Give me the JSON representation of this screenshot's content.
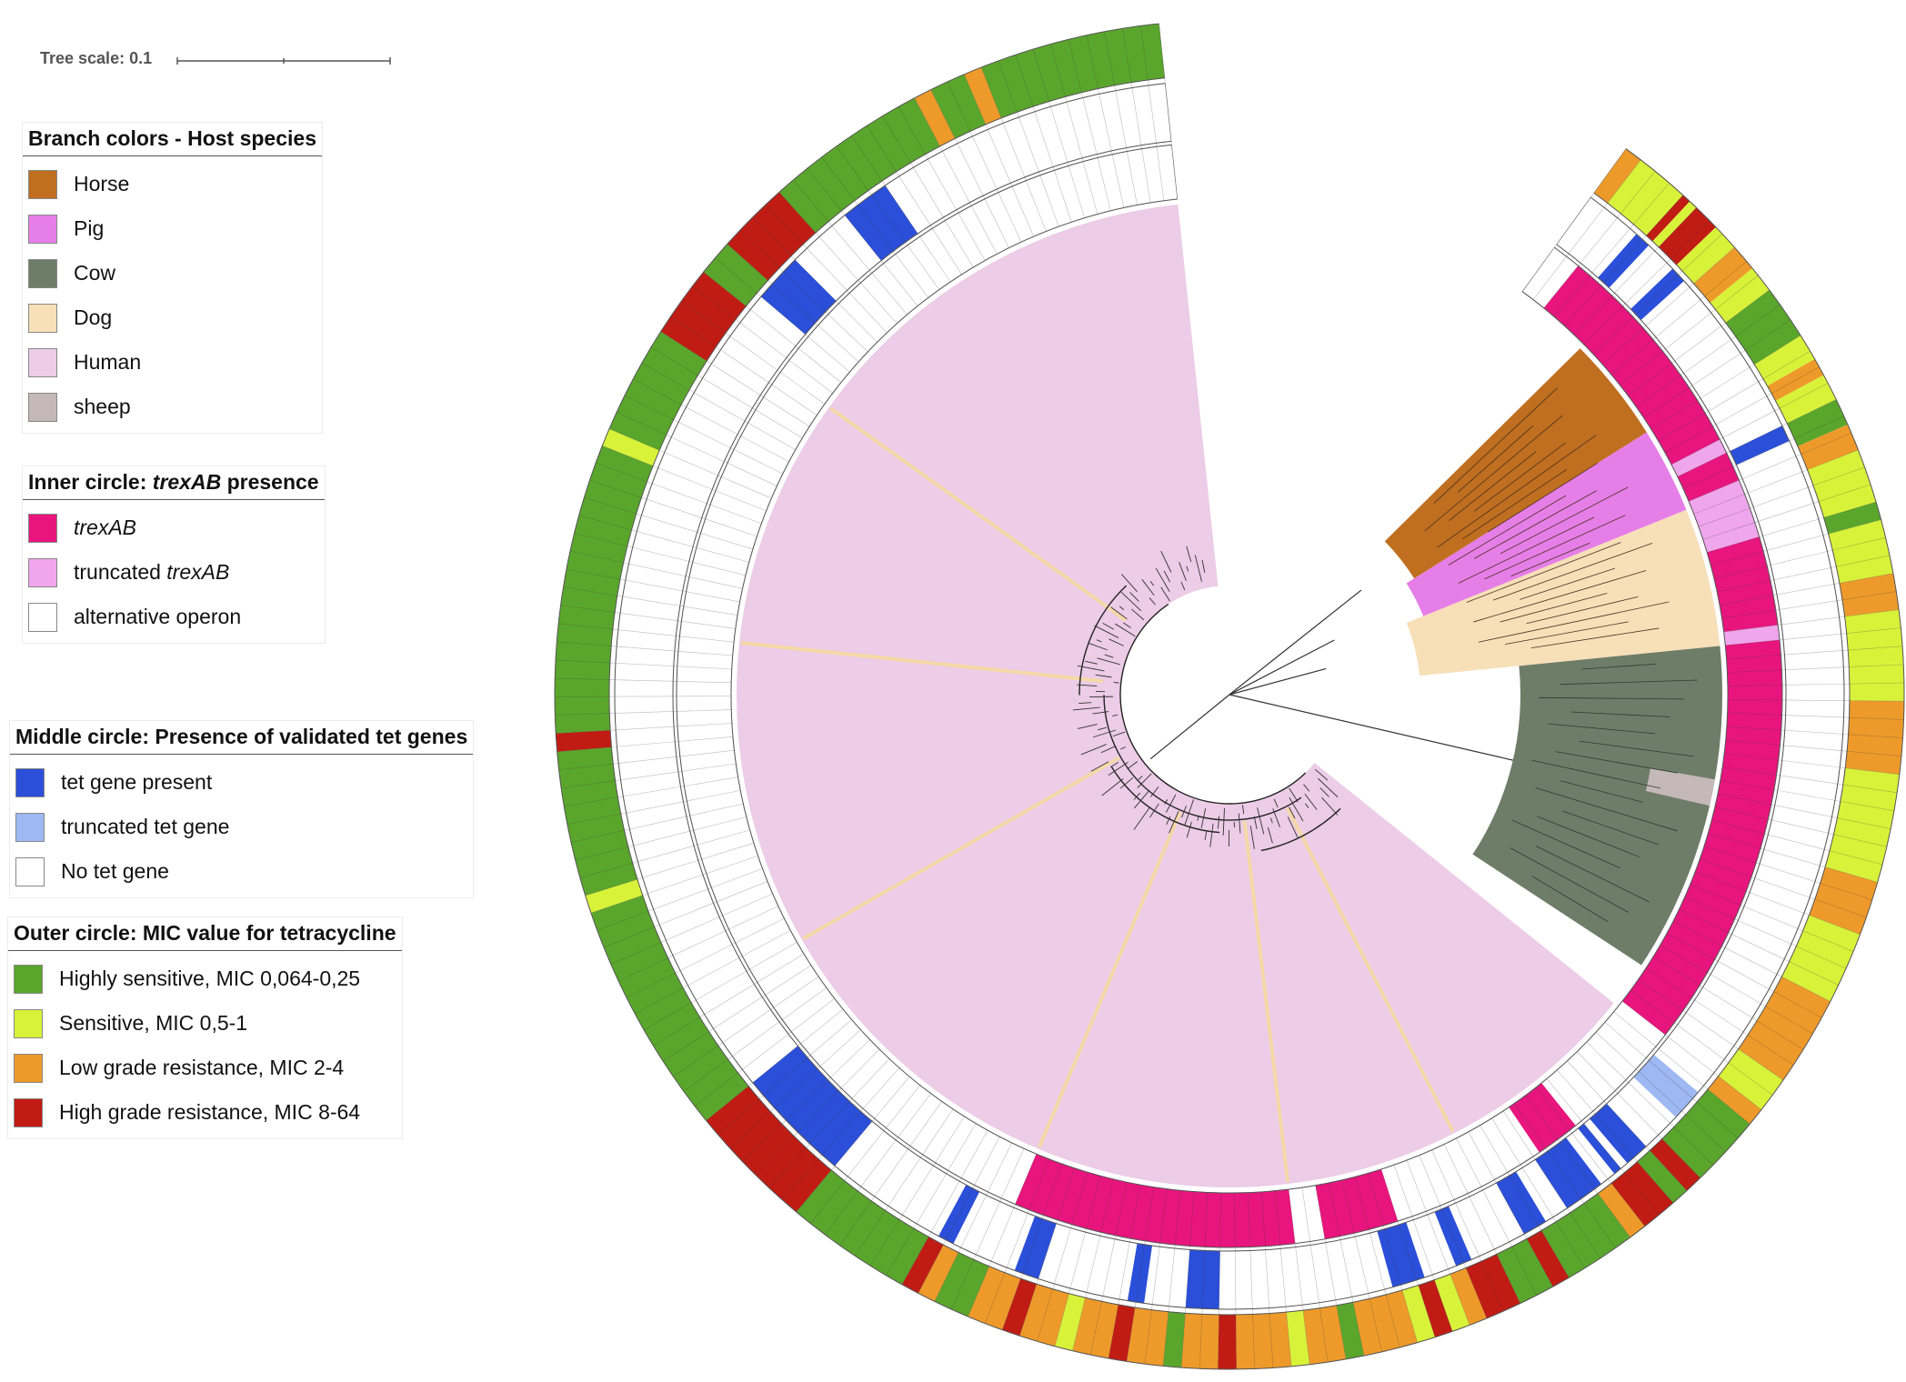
{
  "scale": {
    "label": "Tree scale: 0.1"
  },
  "legends": {
    "host": {
      "title": "Branch colors - Host species",
      "items": [
        {
          "label": "Horse",
          "color": "#bf6f1f"
        },
        {
          "label": "Pig",
          "color": "#e67ee8"
        },
        {
          "label": "Cow",
          "color": "#6e7d68"
        },
        {
          "label": "Dog",
          "color": "#f7dfb8"
        },
        {
          "label": "Human",
          "color": "#eccce6"
        },
        {
          "label": "sheep",
          "color": "#c4b8b8"
        }
      ]
    },
    "inner": {
      "title_plain": "Inner circle: ",
      "title_italic": "trexAB",
      "title_suffix": " presence",
      "items": [
        {
          "label": "trexAB",
          "italic": true,
          "color": "#e8157e"
        },
        {
          "label_plain": "truncated ",
          "label_italic": "trexAB",
          "color": "#f0a6ec"
        },
        {
          "label": "alternative operon",
          "color": "#ffffff"
        }
      ]
    },
    "middle": {
      "title": "Middle circle: Presence of validated tet genes",
      "items": [
        {
          "label": "tet gene present",
          "color": "#2b4fd8"
        },
        {
          "label": "truncated tet gene",
          "color": "#9db8f2"
        },
        {
          "label": "No tet gene",
          "color": "#ffffff"
        }
      ]
    },
    "outer": {
      "title": "Outer circle: MIC value for tetracycline",
      "items": [
        {
          "label": "Highly sensitive, MIC 0,064-0,25",
          "color": "#5aa62c"
        },
        {
          "label": "Sensitive, MIC 0,5-1",
          "color": "#d8f23a"
        },
        {
          "label": "Low grade resistance, MIC 2-4",
          "color": "#ee9a2a"
        },
        {
          "label": "High grade resistance, MIC 8-64",
          "color": "#c01c14"
        }
      ]
    }
  },
  "tree": {
    "host_sectors": [
      {
        "host": "Human",
        "start": 119,
        "end": 408,
        "color": "#eccce6"
      },
      {
        "host": "Cow",
        "start": 62,
        "end": 112,
        "color": "#6e7d68"
      },
      {
        "host": "Dog",
        "start": 41,
        "end": 62,
        "color": "#f7dfb8"
      },
      {
        "host": "Pig",
        "start": 28,
        "end": 41,
        "color": "#e67ee8"
      },
      {
        "host": "Horse",
        "start": 12,
        "end": 28,
        "color": "#bf6f1f"
      },
      {
        "host": "sheep",
        "start": 82,
        "end": 86,
        "color": "#c4b8b8"
      }
    ],
    "inner_ring": [
      {
        "start": 4,
        "end": 34,
        "value": "trexAB"
      },
      {
        "start": 34,
        "end": 36,
        "value": "truncated trexAB"
      },
      {
        "start": 36,
        "end": 40,
        "value": "trexAB"
      },
      {
        "start": 40,
        "end": 48,
        "value": "truncated trexAB"
      },
      {
        "start": 48,
        "end": 60,
        "value": "trexAB"
      },
      {
        "start": 60,
        "end": 62,
        "value": "truncated trexAB"
      },
      {
        "start": 62,
        "end": 118,
        "value": "trexAB"
      },
      {
        "start": 135,
        "end": 141,
        "value": "trexAB"
      },
      {
        "start": 162,
        "end": 172,
        "value": "trexAB"
      },
      {
        "start": 176,
        "end": 214,
        "value": "trexAB"
      },
      {
        "start": 212,
        "end": 214,
        "value": "trexAB"
      }
    ],
    "middle_ring": [
      {
        "start": 7,
        "end": 9,
        "value": "tet gene present"
      },
      {
        "start": 13,
        "end": 15,
        "value": "tet gene present"
      },
      {
        "start": 36,
        "end": 38,
        "value": "tet gene present"
      },
      {
        "start": 121,
        "end": 125,
        "value": "truncated tet gene"
      },
      {
        "start": 130,
        "end": 133,
        "value": "tet gene present"
      },
      {
        "start": 134,
        "end": 135,
        "value": "tet gene present"
      },
      {
        "start": 137,
        "end": 142,
        "value": "tet gene present"
      },
      {
        "start": 145,
        "end": 148,
        "value": "tet gene present"
      },
      {
        "start": 155,
        "end": 157,
        "value": "tet gene present"
      },
      {
        "start": 161,
        "end": 165,
        "value": "tet gene present"
      },
      {
        "start": 186,
        "end": 190,
        "value": "tet gene present"
      },
      {
        "start": 195,
        "end": 197,
        "value": "tet gene present"
      },
      {
        "start": 208,
        "end": 211,
        "value": "tet gene present"
      },
      {
        "start": 219,
        "end": 221,
        "value": "tet gene present"
      },
      {
        "start": 236,
        "end": 250,
        "value": "tet gene present"
      },
      {
        "start": 352,
        "end": 358,
        "value": "tet gene present"
      },
      {
        "start": 366,
        "end": 372,
        "value": "tet gene present"
      }
    ],
    "outer_ring": [
      {
        "start": 0,
        "end": 2,
        "value": "Low grade resistance, MIC 2-4"
      },
      {
        "start": 2,
        "end": 8,
        "value": "Sensitive, MIC 0,5-1"
      },
      {
        "start": 8,
        "end": 9,
        "value": "High grade resistance, MIC 8-64"
      },
      {
        "start": 9,
        "end": 10,
        "value": "Sensitive, MIC 0,5-1"
      },
      {
        "start": 10,
        "end": 13,
        "value": "High grade resistance, MIC 8-64"
      },
      {
        "start": 13,
        "end": 16,
        "value": "Sensitive, MIC 0,5-1"
      },
      {
        "start": 16,
        "end": 19,
        "value": "Low grade resistance, MIC 2-4"
      },
      {
        "start": 19,
        "end": 22,
        "value": "Sensitive, MIC 0,5-1"
      },
      {
        "start": 22,
        "end": 28,
        "value": "Highly sensitive, MIC 0,064-0,25"
      },
      {
        "start": 28,
        "end": 31,
        "value": "Sensitive, MIC 0,5-1"
      },
      {
        "start": 31,
        "end": 33,
        "value": "Low grade resistance, MIC 2-4"
      },
      {
        "start": 33,
        "end": 36,
        "value": "Sensitive, MIC 0,5-1"
      },
      {
        "start": 36,
        "end": 39,
        "value": "Highly sensitive, MIC 0,064-0,25"
      },
      {
        "start": 39,
        "end": 42,
        "value": "Low grade resistance, MIC 2-4"
      },
      {
        "start": 42,
        "end": 48,
        "value": "Sensitive, MIC 0,5-1"
      },
      {
        "start": 48,
        "end": 50,
        "value": "Highly sensitive, MIC 0,064-0,25"
      },
      {
        "start": 50,
        "end": 56,
        "value": "Sensitive, MIC 0,5-1"
      },
      {
        "start": 56,
        "end": 60,
        "value": "Low grade resistance, MIC 2-4"
      },
      {
        "start": 60,
        "end": 70,
        "value": "Sensitive, MIC 0,5-1"
      },
      {
        "start": 70,
        "end": 78,
        "value": "Low grade resistance, MIC 2-4"
      },
      {
        "start": 78,
        "end": 90,
        "value": "Sensitive, MIC 0,5-1"
      },
      {
        "start": 90,
        "end": 96,
        "value": "Low grade resistance, MIC 2-4"
      },
      {
        "start": 96,
        "end": 104,
        "value": "Sensitive, MIC 0,5-1"
      },
      {
        "start": 104,
        "end": 114,
        "value": "Low grade resistance, MIC 2-4"
      },
      {
        "start": 114,
        "end": 118,
        "value": "Sensitive, MIC 0,5-1"
      },
      {
        "start": 118,
        "end": 120,
        "value": "Low grade resistance, MIC 2-4"
      },
      {
        "start": 120,
        "end": 128,
        "value": "Highly sensitive, MIC 0,064-0,25"
      },
      {
        "start": 128,
        "end": 130,
        "value": "High grade resistance, MIC 8-64"
      },
      {
        "start": 130,
        "end": 132,
        "value": "Highly sensitive, MIC 0,064-0,25"
      },
      {
        "start": 132,
        "end": 136,
        "value": "High grade resistance, MIC 8-64"
      },
      {
        "start": 136,
        "end": 138,
        "value": "Low grade resistance, MIC 2-4"
      },
      {
        "start": 138,
        "end": 146,
        "value": "Highly sensitive, MIC 0,064-0,25"
      },
      {
        "start": 146,
        "end": 148,
        "value": "High grade resistance, MIC 8-64"
      },
      {
        "start": 148,
        "end": 152,
        "value": "Highly sensitive, MIC 0,064-0,25"
      },
      {
        "start": 152,
        "end": 156,
        "value": "High grade resistance, MIC 8-64"
      },
      {
        "start": 156,
        "end": 158,
        "value": "Low grade resistance, MIC 2-4"
      },
      {
        "start": 158,
        "end": 160,
        "value": "Sensitive, MIC 0,5-1"
      },
      {
        "start": 160,
        "end": 162,
        "value": "High grade resistance, MIC 8-64"
      },
      {
        "start": 162,
        "end": 164,
        "value": "Sensitive, MIC 0,5-1"
      },
      {
        "start": 164,
        "end": 170,
        "value": "Low grade resistance, MIC 2-4"
      },
      {
        "start": 170,
        "end": 172,
        "value": "Highly sensitive, MIC 0,064-0,25"
      },
      {
        "start": 172,
        "end": 176,
        "value": "Low grade resistance, MIC 2-4"
      },
      {
        "start": 176,
        "end": 178,
        "value": "Sensitive, MIC 0,5-1"
      },
      {
        "start": 178,
        "end": 184,
        "value": "Low grade resistance, MIC 2-4"
      },
      {
        "start": 184,
        "end": 186,
        "value": "High grade resistance, MIC 8-64"
      },
      {
        "start": 186,
        "end": 190,
        "value": "Low grade resistance, MIC 2-4"
      },
      {
        "start": 190,
        "end": 192,
        "value": "Highly sensitive, MIC 0,064-0,25"
      },
      {
        "start": 192,
        "end": 196,
        "value": "Low grade resistance, MIC 2-4"
      },
      {
        "start": 196,
        "end": 198,
        "value": "High grade resistance, MIC 8-64"
      },
      {
        "start": 198,
        "end": 202,
        "value": "Low grade resistance, MIC 2-4"
      },
      {
        "start": 202,
        "end": 204,
        "value": "Sensitive, MIC 0,5-1"
      },
      {
        "start": 204,
        "end": 208,
        "value": "Low grade resistance, MIC 2-4"
      },
      {
        "start": 208,
        "end": 210,
        "value": "High grade resistance, MIC 8-64"
      },
      {
        "start": 210,
        "end": 214,
        "value": "Low grade resistance, MIC 2-4"
      },
      {
        "start": 214,
        "end": 218,
        "value": "Highly sensitive, MIC 0,064-0,25"
      },
      {
        "start": 218,
        "end": 220,
        "value": "Low grade resistance, MIC 2-4"
      },
      {
        "start": 220,
        "end": 222,
        "value": "High grade resistance, MIC 8-64"
      },
      {
        "start": 222,
        "end": 236,
        "value": "Highly sensitive, MIC 0,064-0,25"
      },
      {
        "start": 236,
        "end": 250,
        "value": "High grade resistance, MIC 8-64"
      },
      {
        "start": 250,
        "end": 276,
        "value": "Highly sensitive, MIC 0,064-0,25"
      },
      {
        "start": 276,
        "end": 278,
        "value": "Sensitive, MIC 0,5-1"
      },
      {
        "start": 278,
        "end": 294,
        "value": "Highly sensitive, MIC 0,064-0,25"
      },
      {
        "start": 294,
        "end": 296,
        "value": "High grade resistance, MIC 8-64"
      },
      {
        "start": 296,
        "end": 328,
        "value": "Highly sensitive, MIC 0,064-0,25"
      },
      {
        "start": 328,
        "end": 330,
        "value": "Sensitive, MIC 0,5-1"
      },
      {
        "start": 330,
        "end": 342,
        "value": "Highly sensitive, MIC 0,064-0,25"
      },
      {
        "start": 342,
        "end": 350,
        "value": "High grade resistance, MIC 8-64"
      },
      {
        "start": 350,
        "end": 354,
        "value": "Highly sensitive, MIC 0,064-0,25"
      },
      {
        "start": 354,
        "end": 362,
        "value": "High grade resistance, MIC 8-64"
      },
      {
        "start": 362,
        "end": 380,
        "value": "Highly sensitive, MIC 0,064-0,25"
      },
      {
        "start": 380,
        "end": 382,
        "value": "Low grade resistance, MIC 2-4"
      },
      {
        "start": 382,
        "end": 386,
        "value": "Highly sensitive, MIC 0,064-0,25"
      },
      {
        "start": 386,
        "end": 388,
        "value": "Low grade resistance, MIC 2-4"
      },
      {
        "start": 388,
        "end": 408,
        "value": "Highly sensitive, MIC 0,064-0,25"
      }
    ]
  }
}
